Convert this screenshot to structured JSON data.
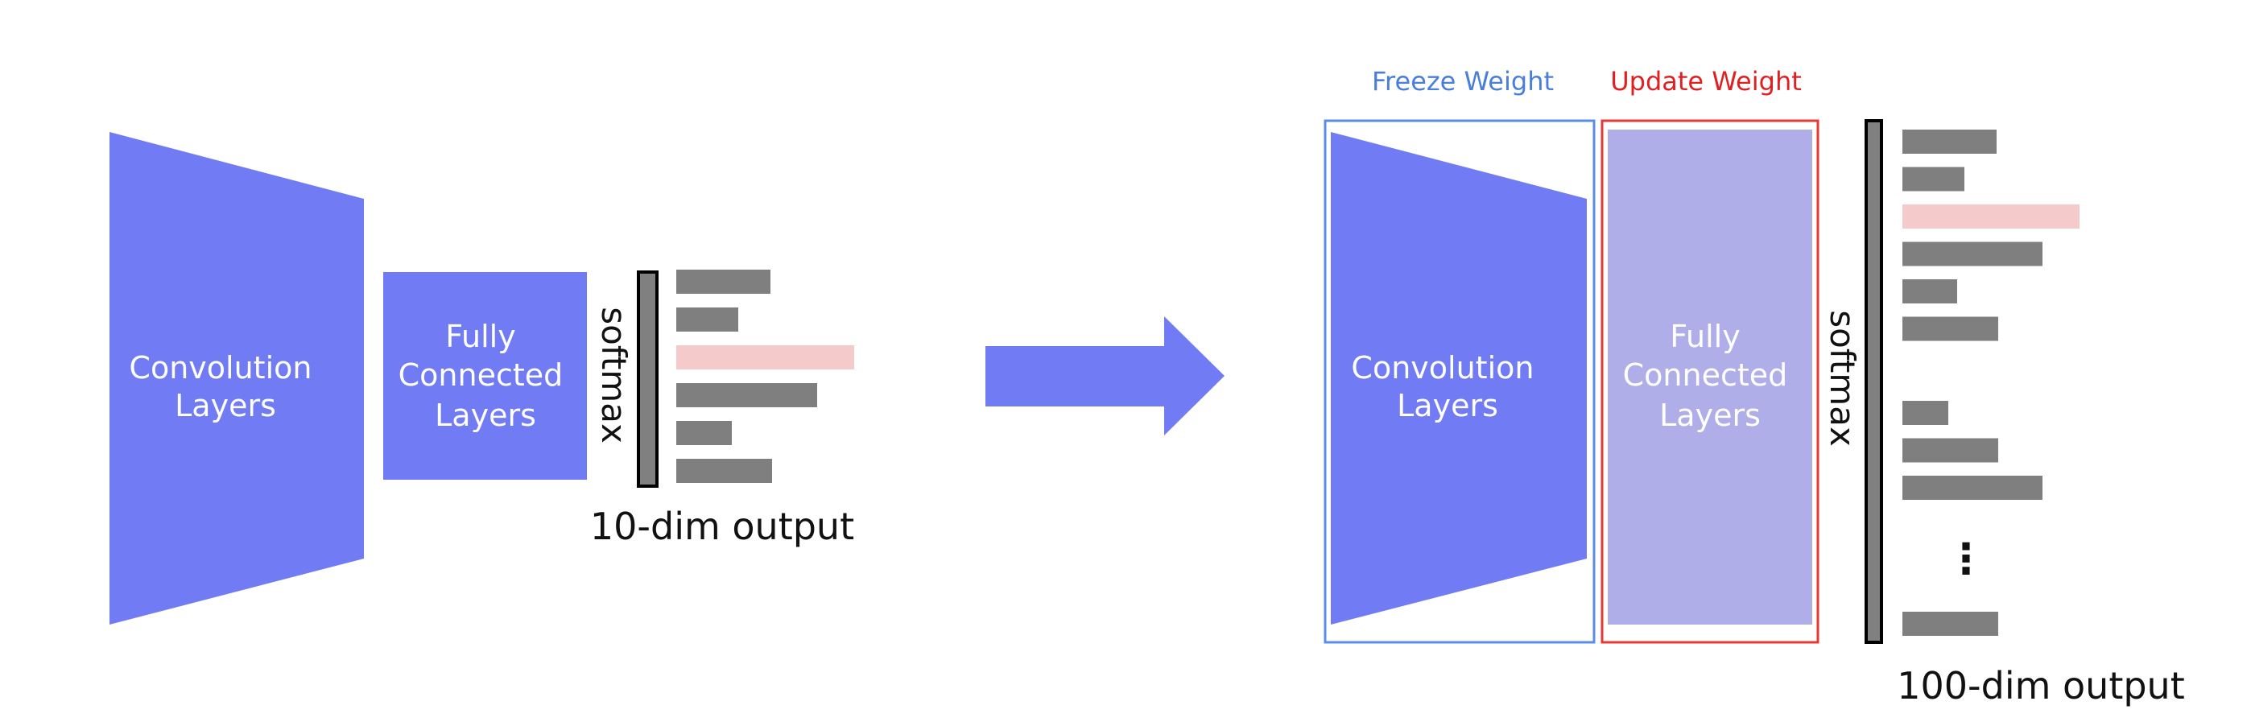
{
  "left_model": {
    "conv_label_line1": "Convolution",
    "conv_label_line2": "Layers",
    "fc_label_line1": "Fully",
    "fc_label_line2": "Connected",
    "fc_label_line3": "Layers",
    "softmax_label": "softmax",
    "output_label": "10-dim output",
    "output_bar_values": [
      0.53,
      0.35,
      1.0,
      0.79,
      0.31,
      0.54
    ],
    "highlighted_bar_index": 2
  },
  "right_model": {
    "freeze_label": "Freeze Weight",
    "update_label": "Update Weight",
    "conv_label_line1": "Convolution",
    "conv_label_line2": "Layers",
    "fc_label_line1": "Fully",
    "fc_label_line2": "Connected",
    "fc_label_line3": "Layers",
    "softmax_label": "softmax",
    "ellipsis": "⋮",
    "output_label": "100-dim output",
    "output_bar_values_group1": [
      0.53,
      0.35,
      1.0,
      0.79,
      0.31,
      0.54
    ],
    "output_bar_values_group2": [
      0.26,
      0.54,
      0.79
    ],
    "output_bar_values_last": [
      0.54
    ],
    "highlighted_bar_index": 2
  },
  "colors": {
    "conv_fill": "#717BF4",
    "fc_fill_left": "#717BF4",
    "fc_fill_updated": "#B0AEE8",
    "bar_gray": "#7F7F7F",
    "bar_highlight": "#F4CACA",
    "freeze_border": "#5B8DE6",
    "update_border": "#E53935",
    "freeze_text": "#4A7EDB",
    "update_text": "#E02020",
    "softmax_bar": "#808080",
    "arrow": "#717BF4"
  }
}
